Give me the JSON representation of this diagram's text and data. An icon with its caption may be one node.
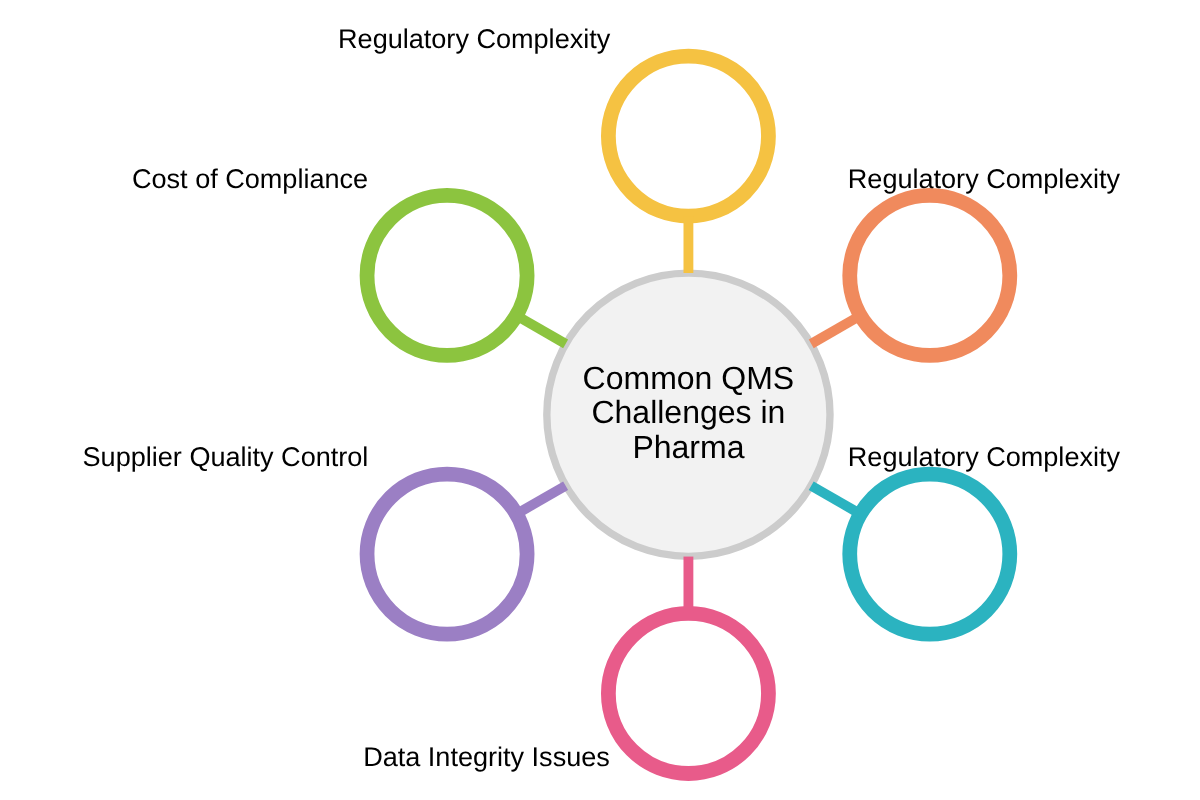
{
  "diagram": {
    "nodes": [
      {
        "text": [
          "Common QMS Challenges in Pharma"
        ]
      },
      {
        "text": [],
        "shape": "circle",
        "beside": [
          "Regulatory Complexity"
        ]
      },
      {
        "text": [],
        "shape": "circle",
        "beside": [
          "Cost of Compliance"
        ]
      },
      {
        "text": [],
        "shape": "circle",
        "beside": [
          "Regulatory Complexity"
        ]
      },
      {
        "text": [],
        "shape": "circle",
        "beside": [
          "Supplier Quality Control"
        ]
      },
      {
        "text": [],
        "shape": "circle",
        "beside": [
          "Regulatory Complexity"
        ]
      },
      {
        "text": [],
        "shape": "circle",
        "beside": [
          "Data Integrity Issues"
        ]
      }
    ],
    "edges": [
      {
        "from": 0,
        "to": 1,
        "arrow": "none",
        "color": "#f5c242"
      },
      {
        "from": 0,
        "to": 2,
        "arrow": "none",
        "color": "#8cc43f"
      },
      {
        "from": 0,
        "to": 3,
        "arrow": "none",
        "color": "#f08a5d"
      },
      {
        "from": 0,
        "to": 4,
        "arrow": "none",
        "color": "#9b7fc4"
      },
      {
        "from": 0,
        "to": 5,
        "arrow": "none",
        "color": "#2bb3c0"
      },
      {
        "from": 0,
        "to": 6,
        "arrow": "none",
        "color": "#e85b8a"
      }
    ]
  }
}
